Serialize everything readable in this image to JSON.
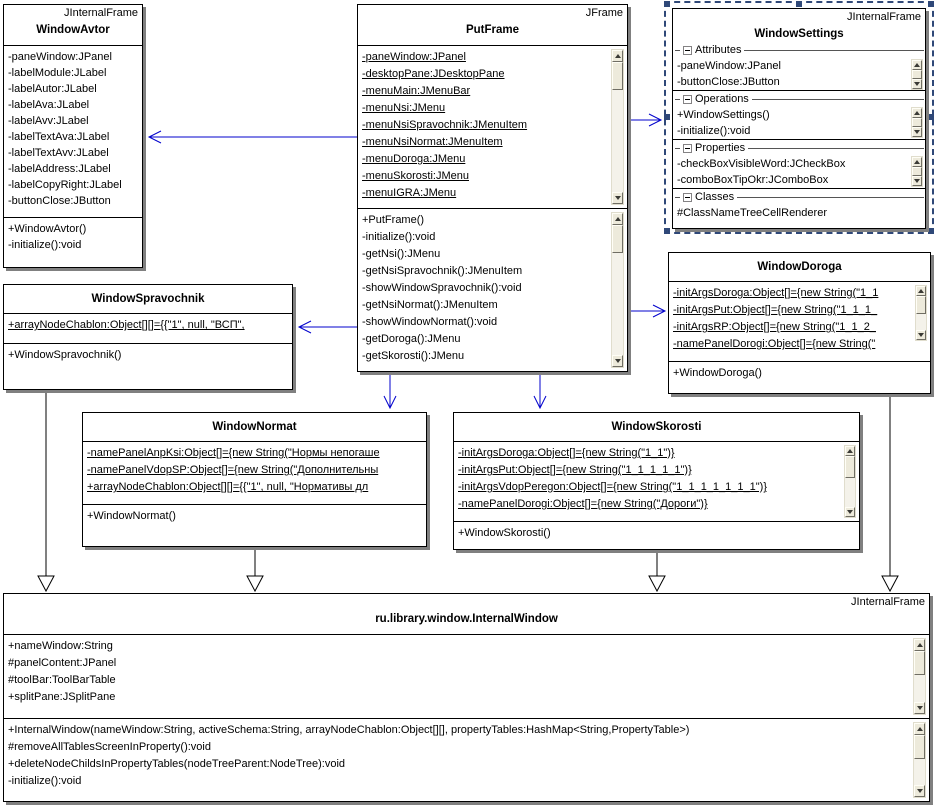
{
  "diagram": {
    "colors": {
      "association": "#0000cc",
      "generalization": "#000000",
      "selection": "#2f4878",
      "shadow": "#808080"
    },
    "classes": {
      "windowAvtor": {
        "stereotype": "JInternalFrame",
        "name": "WindowAvtor",
        "attributes": [
          "-paneWindow:JPanel",
          "-labelModule:JLabel",
          "-labelAutor:JLabel",
          "-labelAva:JLabel",
          "-labelAvv:JLabel",
          "-labelTextAva:JLabel",
          "-labelTextAvv:JLabel",
          "-labelAddress:JLabel",
          "-labelCopyRight:JLabel",
          "-buttonClose:JButton"
        ],
        "methods": [
          "+WindowAvtor()",
          "-initialize():void"
        ]
      },
      "putFrame": {
        "stereotype": "JFrame",
        "name": "PutFrame",
        "attributes": [
          "-paneWindow:JPanel",
          "-desktopPane:JDesktopPane",
          "-menuMain:JMenuBar",
          "-menuNsi:JMenu",
          "-menuNsiSpravochnik:JMenuItem",
          "-menuNsiNormat:JMenuItem",
          "-menuDoroga:JMenu",
          "-menuSkorosti:JMenu",
          "-menuIGRA:JMenu"
        ],
        "methods": [
          "+PutFrame()",
          "-initialize():void",
          "-getNsi():JMenu",
          "-getNsiSpravochnik():JMenuItem",
          "-showWindowSpravochnik():void",
          "-getNsiNormat():JMenuItem",
          "-showWindowNormat():void",
          "-getDoroga():JMenu",
          "-getSkorosti():JMenu"
        ]
      },
      "windowSettings": {
        "stereotype": "JInternalFrame",
        "name": "WindowSettings",
        "sections": [
          {
            "label": "Attributes",
            "items": [
              "-paneWindow:JPanel",
              "-buttonClose:JButton"
            ]
          },
          {
            "label": "Operations",
            "items": [
              "+WindowSettings()",
              "-initialize():void"
            ]
          },
          {
            "label": "Properties",
            "items": [
              "-checkBoxVisibleWord:JCheckBox",
              "-comboBoxTipOkr:JComboBox"
            ]
          },
          {
            "label": "Classes",
            "items": [
              "#ClassNameTreeCellRenderer"
            ]
          }
        ]
      },
      "windowSpravochnik": {
        "name": "WindowSpravochnik",
        "attributes": [
          "+arrayNodeChablon:Object[][]={{\"1\", null, \"ВСП\","
        ],
        "methods": [
          "+WindowSpravochnik()"
        ]
      },
      "windowDoroga": {
        "name": "WindowDoroga",
        "attributes": [
          "-initArgsDoroga:Object[]={new String(\"1_1",
          "-initArgsPut:Object[]={new String(\"1_1_1_",
          "-initArgsRP:Object[]={new String(\"1_1_2_",
          "-namePanelDorogi:Object[]={new String(\""
        ],
        "methods": [
          "+WindowDoroga()"
        ]
      },
      "windowNormat": {
        "name": "WindowNormat",
        "attributes": [
          "-namePanelAnpKsi:Object[]={new String(\"Нормы непогаше",
          "-namePanelVdopSP:Object[]={new String(\"Дополнительны",
          "+arrayNodeChablon:Object[][]={{\"1\", null, \"Нормативы дл"
        ],
        "methods": [
          "+WindowNormat()"
        ]
      },
      "windowSkorosti": {
        "name": "WindowSkorosti",
        "attributes": [
          "-initArgsDoroga:Object[]={new String(\"1_1\")}",
          "-initArgsPut:Object[]={new String(\"1_1_1_1_1\")}",
          "-initArgsVdopPeregon:Object[]={new String(\"1_1_1_1_1_1_1\")}",
          "-namePanelDorogi:Object[]={new String(\"Дороги\")}"
        ],
        "methods": [
          "+WindowSkorosti()"
        ]
      },
      "internalWindow": {
        "stereotype": "JInternalFrame",
        "name": "ru.library.window.InternalWindow",
        "attributes": [
          "+nameWindow:String",
          "#panelContent:JPanel",
          "#toolBar:ToolBarTable",
          "+splitPane:JSplitPane"
        ],
        "methods": [
          "+InternalWindow(nameWindow:String, activeSchema:String, arrayNodeChablon:Object[][], propertyTables:HashMap<String,PropertyTable>)",
          "#removeAllTablesScreenInProperty():void",
          "+deleteNodeChildsInPropertyTables(nodeTreeParent:NodeTree):void",
          "-initialize():void"
        ]
      }
    }
  }
}
